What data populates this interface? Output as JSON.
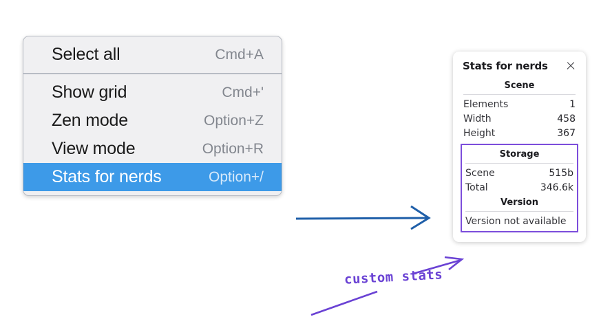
{
  "context_menu": {
    "groups": [
      {
        "items": [
          {
            "label": "Select all",
            "shortcut": "Cmd+A",
            "selected": false
          }
        ]
      },
      {
        "items": [
          {
            "label": "Show grid",
            "shortcut": "Cmd+'",
            "selected": false
          },
          {
            "label": "Zen mode",
            "shortcut": "Option+Z",
            "selected": false
          },
          {
            "label": "View mode",
            "shortcut": "Option+R",
            "selected": false
          },
          {
            "label": "Stats for nerds",
            "shortcut": "Option+/",
            "selected": true
          }
        ]
      }
    ],
    "highlight_color": "#3d9ae8"
  },
  "stats_panel": {
    "title": "Stats for nerds",
    "close_icon": "close-icon",
    "sections": [
      {
        "heading": "Scene",
        "highlighted": false,
        "rows": [
          {
            "label": "Elements",
            "value": "1"
          },
          {
            "label": "Width",
            "value": "458"
          },
          {
            "label": "Height",
            "value": "367"
          }
        ]
      },
      {
        "heading": "Storage",
        "highlighted": true,
        "rows": [
          {
            "label": "Scene",
            "value": "515b"
          },
          {
            "label": "Total",
            "value": "346.6k"
          }
        ]
      },
      {
        "heading": "Version",
        "highlighted": true,
        "single_line": "Version not available"
      }
    ],
    "highlight_color": "#7c4ddb"
  },
  "annotations": {
    "label": "custom stats",
    "label_color": "#6a42d4",
    "blue_arrow_color": "#1f5fa9",
    "purple_arrow_color": "#6a42d4"
  }
}
